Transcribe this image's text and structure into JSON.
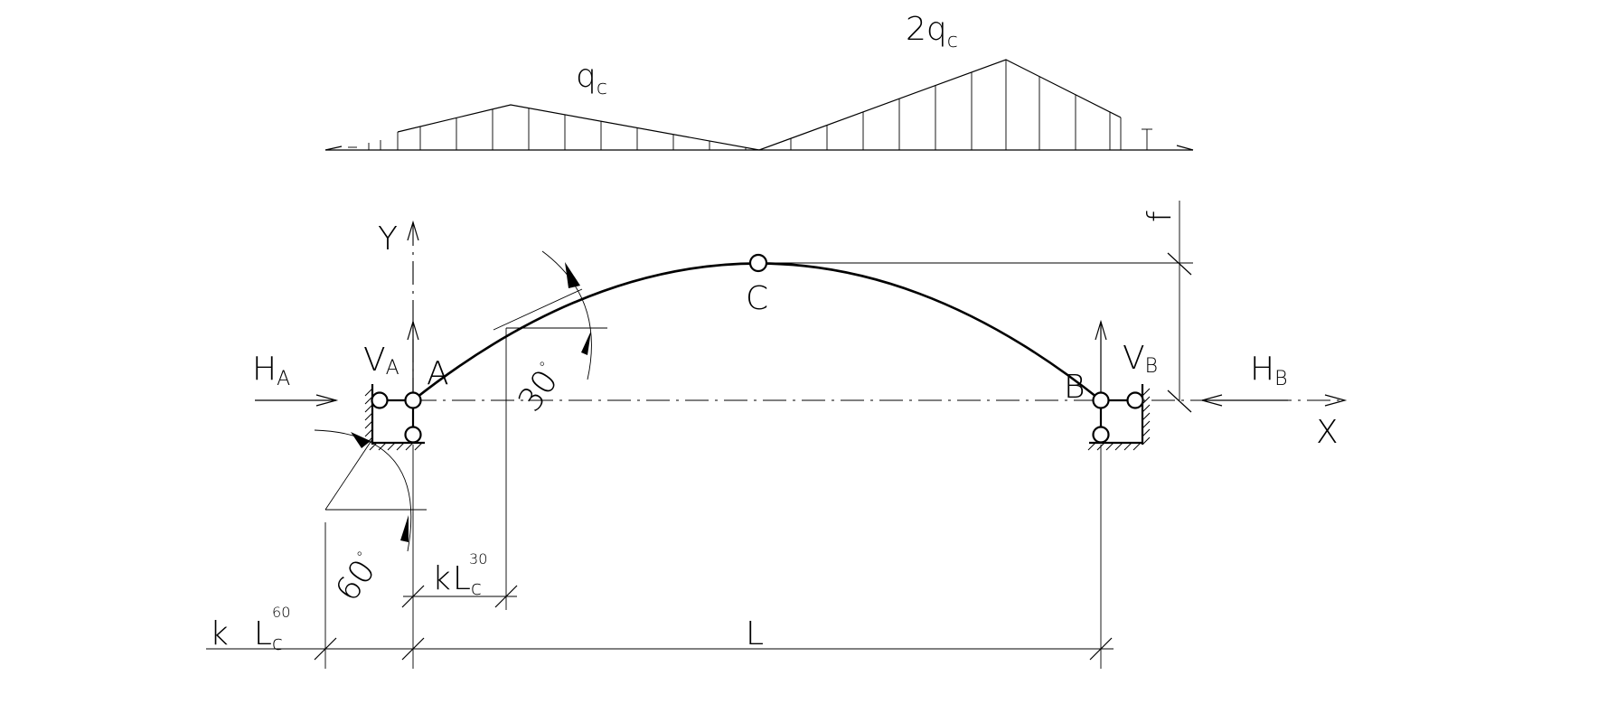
{
  "labels": {
    "load_left": "q",
    "load_left_sub": "c",
    "load_right": "2q",
    "load_right_sub": "c",
    "axis_y": "Y",
    "axis_x": "X",
    "point_a": "A",
    "point_b": "B",
    "point_c": "C",
    "reaction_ha": "H",
    "reaction_ha_sub": "A",
    "reaction_va": "V",
    "reaction_va_sub": "A",
    "reaction_hb": "H",
    "reaction_hb_sub": "B",
    "reaction_vb": "V",
    "reaction_vb_sub": "B",
    "angle_30": "30",
    "angle_30_deg": "°",
    "angle_60": "60",
    "angle_60_deg": "°",
    "rise_f": "f",
    "span_l": "L",
    "dim_kl30_k": "k",
    "dim_kl30_l": "L",
    "dim_kl30_sub": "c",
    "dim_kl30_sup": "30",
    "dim_kl60_k": "k",
    "dim_kl60_l": "L",
    "dim_kl60_sub": "c",
    "dim_kl60_sup": "60"
  },
  "colors": {
    "ink": "#000000",
    "background": "#ffffff"
  }
}
